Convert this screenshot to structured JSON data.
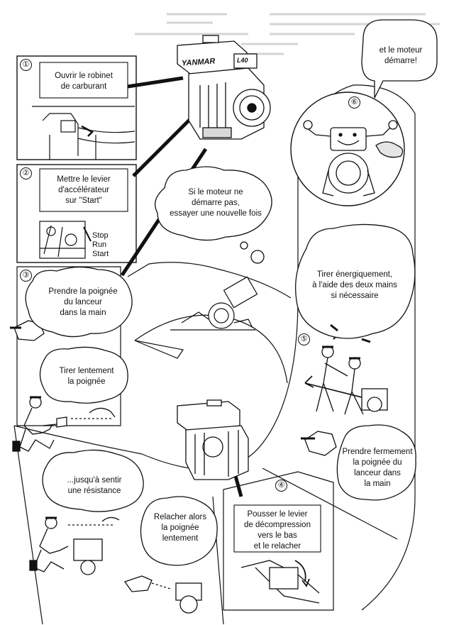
{
  "engine": {
    "brand": "YANMAR",
    "model": "L40"
  },
  "steps": [
    {
      "number": "①",
      "caption": "Ouvrir le robinet\nde carburant"
    },
    {
      "number": "②",
      "caption": "Mettre le levier\nd'accélérateur\nsur \"Start\""
    },
    {
      "number": "③",
      "caption": "Prendre la poignée\ndu lanceur\ndans la main"
    },
    {
      "number": "④",
      "caption": "Pousser le levier\nde décompression\nvers le bas\net le relacher"
    },
    {
      "number": "⑤",
      "caption": "Prendre fermement\nla poignée du\nlanceur dans\nla main"
    },
    {
      "number": "⑥",
      "caption": "et le moteur\ndémarre!"
    }
  ],
  "bubbles": {
    "retry": "Si le moteur ne\ndémarre pas,\nessayer une nouvelle fois",
    "pull_slowly": "Tirer lentement\nla poignée",
    "resistance": "...jusqu'à sentir\nune résistance",
    "release_slowly": "Relacher alors\nla poignée\nlentement",
    "pull_hard": "Tirer énergiquement,\nà l'aide des deux mains\nsi nécessaire"
  },
  "lever_positions": "Stop\nRun\nStart",
  "palette": {
    "ink": "#111111",
    "paper": "#ffffff",
    "shade": "#d8d8d8"
  }
}
